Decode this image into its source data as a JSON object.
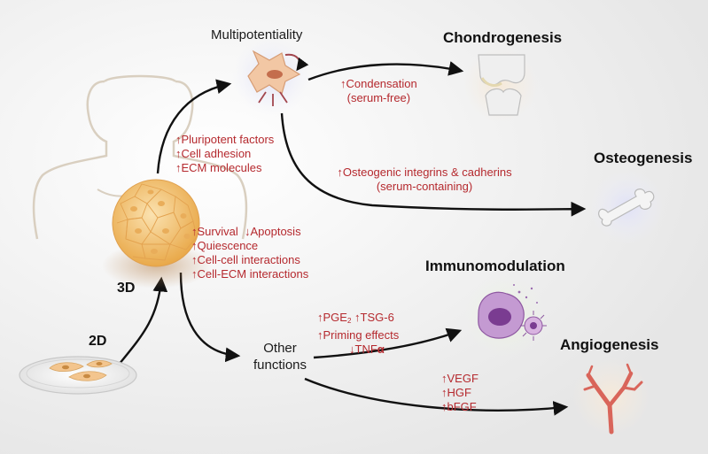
{
  "labels": {
    "multipotentiality": "Multipotentiality",
    "chondrogenesis": "Chondrogenesis",
    "osteogenesis": "Osteogenesis",
    "immunomodulation": "Immunomodulation",
    "angiogenesis": "Angiogenesis",
    "other_functions_1": "Other",
    "other_functions_2": "functions",
    "label_3d": "3D",
    "label_2d": "2D"
  },
  "annotations": {
    "multi_factors": [
      "↑Pluripotent factors",
      "↑Cell adhesion",
      "↑ECM molecules"
    ],
    "spheroid_effects_1a": "↑Survival",
    "spheroid_effects_1b": "↓Apoptosis",
    "spheroid_effects": [
      "↑Quiescence",
      "↑Cell-cell interactions",
      "↑Cell-ECM interactions"
    ],
    "chondro_condition": [
      "↑Condensation",
      "(serum-free)"
    ],
    "osteo_condition": [
      "↑Osteogenic integrins & cadherins",
      "(serum-containing)"
    ],
    "immuno_pge": "↑PGE",
    "immuno_pge_sub": "2",
    "immuno_tsg": "↑TSG-6",
    "immuno_priming": "↑Priming effects",
    "immuno_tnf_arrow": "↓TNF",
    "immuno_tnf_alpha": "α",
    "angio_factors": [
      "↑VEGF",
      "↑HGF",
      "↑bFGF"
    ]
  },
  "colors": {
    "text_red": "#b5292e",
    "arrow": "#111111",
    "body_outline": "#d9cfc0",
    "spheroid": "#f3c77a",
    "bone": "#eeeeee",
    "vessel": "#d9655a",
    "immune_cell": "#9b5ab0"
  }
}
